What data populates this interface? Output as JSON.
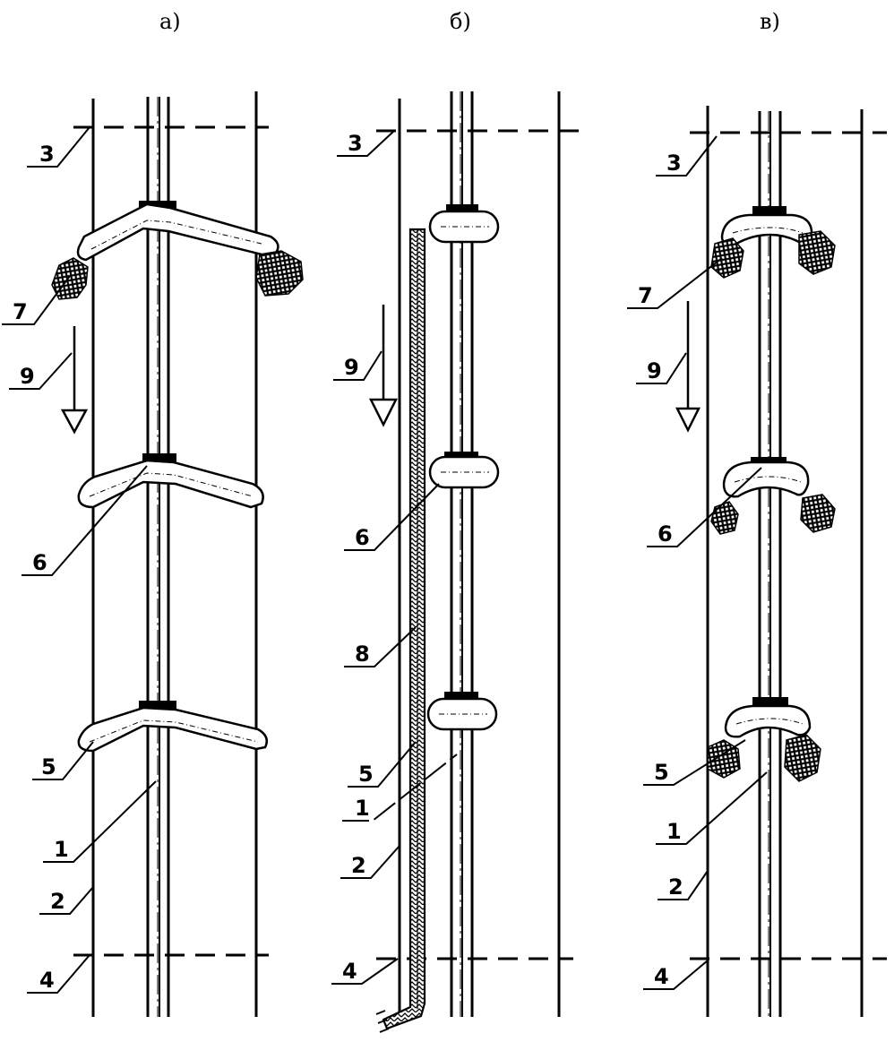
{
  "panels": [
    {
      "title": "а)",
      "labels": {
        "top_line": "3",
        "bottom_line": "4",
        "wall": "2",
        "pipe": "1",
        "fastener_low": "5",
        "fastener_mid": "6",
        "debris": "7",
        "direction": "9"
      }
    },
    {
      "title": "б)",
      "labels": {
        "top_line": "3",
        "bottom_line": "4",
        "wall": "2",
        "pipe": "1",
        "fastener_low": "5",
        "fastener_mid": "6",
        "cable": "8",
        "direction": "9"
      }
    },
    {
      "title": "в)",
      "labels": {
        "top_line": "3",
        "bottom_line": "4",
        "wall": "2",
        "pipe": "1",
        "fastener_low": "5",
        "fastener_mid": "6",
        "debris": "7",
        "direction": "9"
      }
    }
  ],
  "colors": {
    "ink": "#000000",
    "fill": "#ffffff"
  }
}
